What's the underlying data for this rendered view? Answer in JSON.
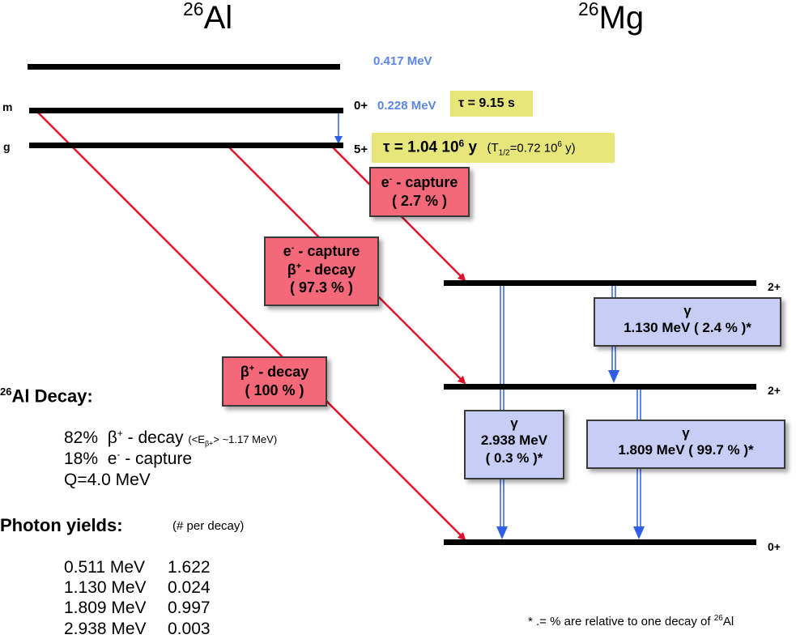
{
  "header": {
    "left_mass": "26",
    "left_symbol": "Al",
    "right_mass": "26",
    "right_symbol": "Mg"
  },
  "al_levels": {
    "m_label": "m",
    "g_label": "g",
    "energy_top": "0.417 MeV",
    "energy_m": "0.228 MeV",
    "spin_m": "0+",
    "spin_g": "5+",
    "tau_m": "τ = 9.15 s",
    "tau_g_prefix": "τ = 1.04 10",
    "tau_g_exp": "6",
    "tau_g_unit": " y",
    "thalf_open": "(T",
    "thalf_sub": "1/2",
    "thalf_mid": "=0.72 10",
    "thalf_exp": "6",
    "thalf_close": " y)"
  },
  "mg_levels": {
    "upper_2plus": "2+",
    "lower_2plus": "2+",
    "ground_0plus": "0+"
  },
  "decay_boxes": {
    "ec_small": {
      "line1": "e",
      "line1_sup": "-",
      "line1_rest": " - capture",
      "line2": "( 2.7 % )"
    },
    "ec_beta": {
      "line1": "e",
      "line1_sup": "-",
      "line1_rest": " - capture",
      "line2": "β",
      "line2_sup": "+",
      "line2_rest": " - decay",
      "line3": "( 97.3 % )"
    },
    "beta_plus": {
      "line1": "β",
      "line1_sup": "+",
      "line1_rest": " - decay",
      "line2": "( 100 % )"
    }
  },
  "gamma_boxes": {
    "g1130": {
      "symbol": "γ",
      "text": "1.130 MeV  ( 2.4 % )*"
    },
    "g2938": {
      "symbol": "γ",
      "line2": "2.938 MeV",
      "line3": "( 0.3 % )*"
    },
    "g1809": {
      "symbol": "γ",
      "text": "1.809 MeV  ( 99.7 % )*"
    }
  },
  "decay_summary": {
    "title_mass": "26",
    "title_rest": "Al Decay:",
    "line1_pct": "82%",
    "line1_text": "β",
    "line1_sup": "+",
    "line1_rest": " - decay",
    "line1_small_a": "(<E",
    "line1_small_sub": "β+",
    "line1_small_b": "> ~1.17 MeV)",
    "line2_pct": "18%",
    "line2_text": "e",
    "line2_sup": "-",
    "line2_rest": " - capture",
    "line3": "Q=4.0 MeV"
  },
  "photon_yields": {
    "title": "Photon yields:",
    "note": "(# per decay)",
    "rows": [
      {
        "energy": "0.511 MeV",
        "value": "1.622"
      },
      {
        "energy": "1.130 MeV",
        "value": "0.024"
      },
      {
        "energy": "1.809 MeV",
        "value": "0.997"
      },
      {
        "energy": "2.938 MeV",
        "value": "0.003"
      }
    ]
  },
  "footnote": {
    "text": "*  .=  % are relative to one decay of ",
    "sup": "26",
    "end": "Al"
  },
  "colors": {
    "red_arrow": "#e0102a",
    "red_box": "#f4687a",
    "blue_arrow": "#2f5fe6",
    "blue_box": "#c8cdf5",
    "yellow_box": "#e6e67a",
    "energy_blue": "#5b86e5"
  }
}
